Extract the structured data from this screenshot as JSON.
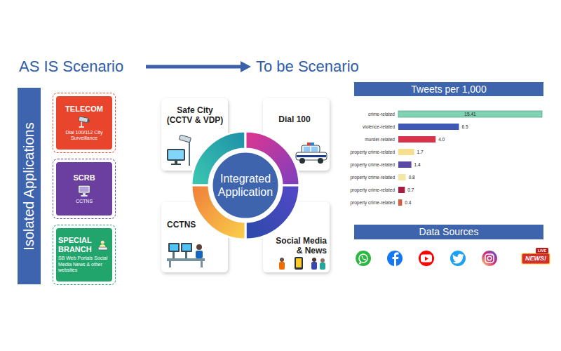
{
  "diagram": {
    "nodes": [
      {
        "text": [
          "Isolated Applications"
        ]
      },
      {
        "text": [
          "TELECOM",
          "Dial 100/112 City Surveillance"
        ]
      },
      {
        "text": [
          "SCRB",
          "CCTNS"
        ]
      },
      {
        "text": [
          "SPECIAL BRANCH",
          "SB Web Portals Social Media News & other websites"
        ]
      },
      {
        "text": [
          "Safe City (CCTV & VDP)"
        ]
      },
      {
        "text": [
          "Dial 100"
        ]
      },
      {
        "text": [
          "Integrated Application"
        ]
      },
      {
        "text": [
          "CCTNS"
        ]
      },
      {
        "text": [
          "Social Media & News"
        ]
      },
      {
        "text": [
          "Tweets per 1,000"
        ]
      },
      {
        "text": [
          "Data Sources"
        ]
      }
    ],
    "labels": [
      "AS IS Scenario",
      "To be Scenario",
      "crime-related",
      "15.41",
      "violence-related",
      "6.5",
      "murder-related",
      "4.0",
      "property crime-related",
      "1.7",
      "property crime-related",
      "1.4",
      "property crime-related",
      "0.8",
      "property crime-related",
      "0.7",
      "property crime-related",
      "0.4",
      "LIVE",
      "NEWS!"
    ]
  }
}
